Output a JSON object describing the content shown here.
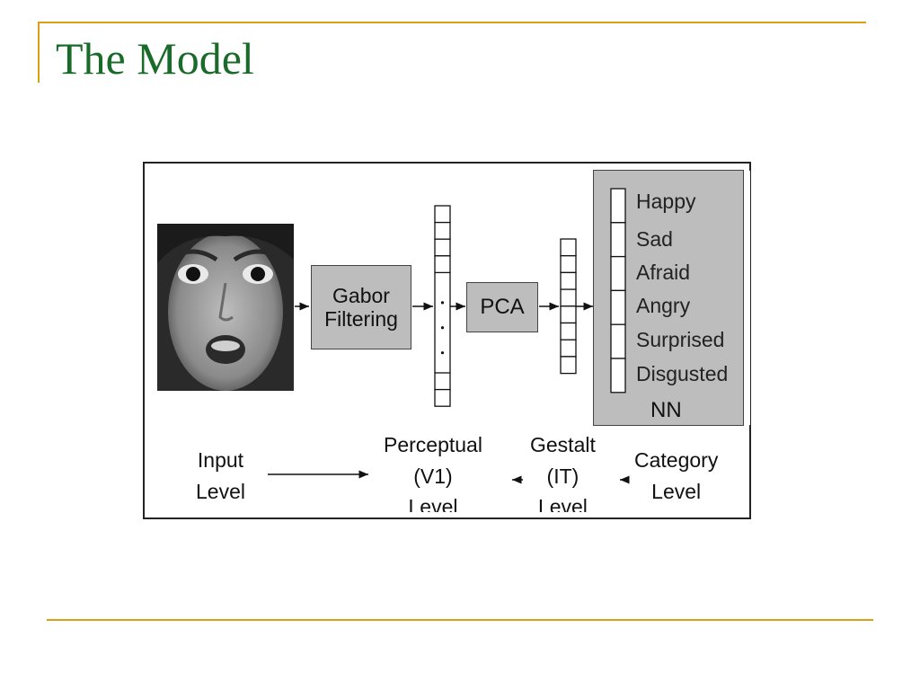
{
  "slide": {
    "title": "The Model"
  },
  "diagram": {
    "stages": {
      "gabor_line1": "Gabor",
      "gabor_line2": "Filtering",
      "pca": "PCA",
      "nn": "NN"
    },
    "emotions": [
      "Happy",
      "Sad",
      "Afraid",
      "Angry",
      "Surprised",
      "Disgusted"
    ],
    "levels": {
      "input": [
        "Input",
        "Level"
      ],
      "perceptual": [
        "Perceptual",
        "(V1)",
        "Level"
      ],
      "gestalt": [
        "Gestalt",
        "(IT)",
        "Level"
      ],
      "category": [
        "Category",
        "Level"
      ]
    },
    "colors": {
      "title": "#1a6b2a",
      "rule": "#d9a017",
      "box_fill": "#bdbdbd"
    }
  }
}
